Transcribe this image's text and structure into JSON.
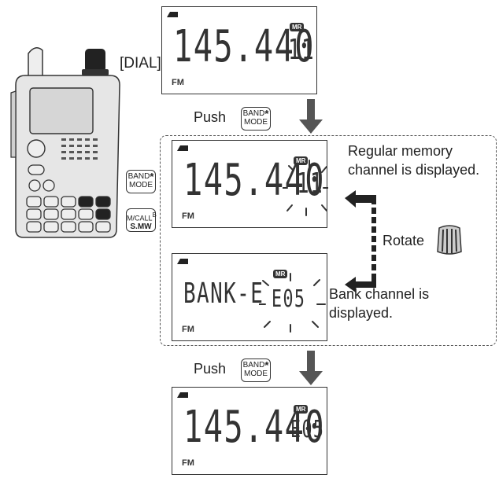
{
  "dial_label": "[DIAL]",
  "push_1": "Push",
  "push_2": "Push",
  "key_band": "BAND",
  "key_star": "*",
  "key_mode": "MODE",
  "key_mcall": "M/CALL",
  "key_b": "B",
  "key_smw": "S.MW",
  "rotate_label": "Rotate",
  "note_regular_1": "Regular memory",
  "note_regular_2": "channel is displayed.",
  "note_bank_1": "Bank channel is",
  "note_bank_2": "displayed.",
  "displays": [
    {
      "freq": "145.440",
      "channel": "11",
      "mode": "FM",
      "mr": "MR"
    },
    {
      "freq": "145.440",
      "channel": "11",
      "mode": "FM",
      "mr": "MR"
    },
    {
      "bank": "BANK-E",
      "channel": "E05",
      "mode": "FM",
      "mr": "MR"
    },
    {
      "freq": "145.440",
      "channel": "E05",
      "mode": "FM",
      "mr": "MR"
    }
  ]
}
